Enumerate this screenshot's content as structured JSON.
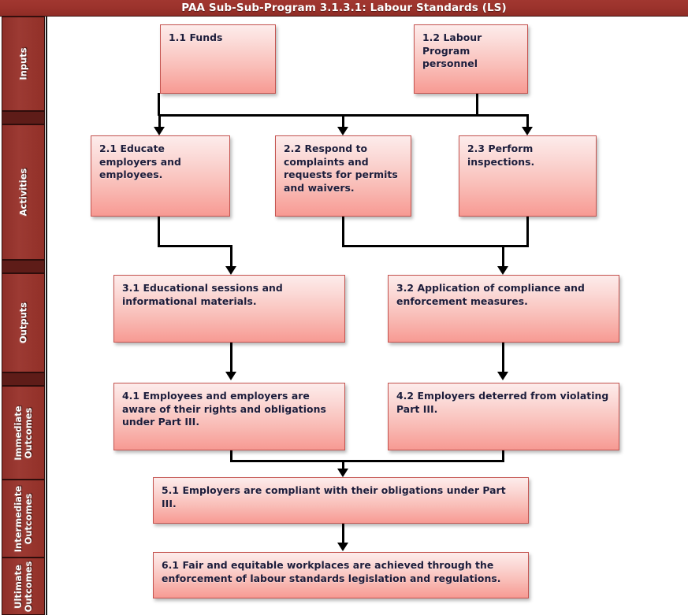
{
  "header": {
    "title": "PAA Sub-Sub-Program 3.1.3.1: Labour Standards (LS)",
    "bar_color": "#9c332c",
    "text_color": "#ffffff"
  },
  "theme": {
    "band_color": "#93302a",
    "band_separator_color": "#5e1c18",
    "node_border_color": "#c4534f",
    "node_gradient_top": "#fdeceb",
    "node_gradient_bottom": "#f79a93",
    "node_text_color": "#1d1d3b",
    "connector_color": "#000000"
  },
  "sidebar": {
    "bands": [
      {
        "id": "inputs",
        "label": "Inputs"
      },
      {
        "id": "activities",
        "label": "Activities"
      },
      {
        "id": "outputs",
        "label": "Outputs"
      },
      {
        "id": "immediate-outcomes",
        "label": "Immediate\nOutcomes"
      },
      {
        "id": "intermediate-outcomes",
        "label": "Intermediate\nOutcomes"
      },
      {
        "id": "ultimate-outcomes",
        "label": "Ultimate\nOutcomes"
      }
    ]
  },
  "nodes": {
    "n11": "1.1 Funds",
    "n12": "1.2 Labour Program personnel",
    "n21": "2.1 Educate employers and employees.",
    "n22": "2.2 Respond to complaints and requests for permits and waivers.",
    "n23": "2.3 Perform inspections.",
    "n31": "3.1 Educational sessions and informational materials.",
    "n32": "3.2 Application of compliance and enforcement measures.",
    "n41": "4.1 Employees and employers are aware of their rights and obligations under Part III.",
    "n42": "4.2 Employers deterred from violating Part III.",
    "n51": "5.1 Employers are compliant with their obligations under Part III.",
    "n61": "6.1 Fair and equitable workplaces are achieved through the enforcement of labour standards legislation and regulations."
  }
}
